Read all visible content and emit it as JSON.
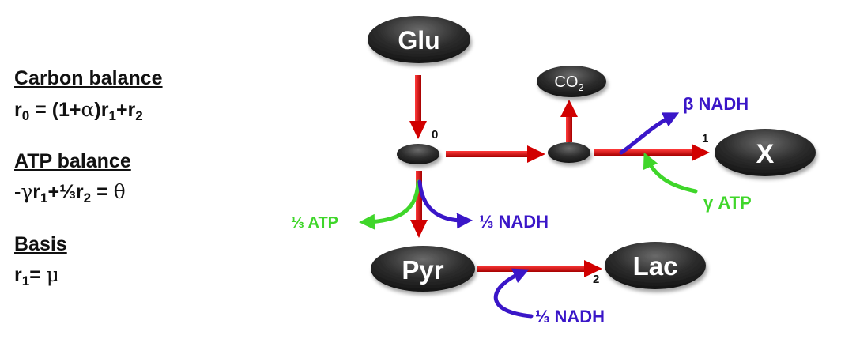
{
  "equations": {
    "carbon_heading": "Carbon balance",
    "carbon_eq": {
      "r": "r",
      "sub0": "0",
      "eq_start": " = (1+",
      "alpha": "α",
      "close_r": ")r",
      "sub1": "1",
      "plus_r": "+r",
      "sub2": "2"
    },
    "atp_heading": "ATP balance",
    "atp_eq": {
      "minus": "-",
      "gamma": "γ",
      "r": "r",
      "sub1": "1",
      "plus_third_r": "+⅓r",
      "sub2": "2",
      "equals": " = ",
      "theta": "θ"
    },
    "basis_heading": "Basis",
    "basis_eq": {
      "r": "r",
      "sub1": "1",
      "equals": "= ",
      "mu": "μ"
    }
  },
  "nodes": {
    "glu": "Glu",
    "co2": "CO",
    "co2_sub": "2",
    "x": "X",
    "pyr": "Pyr",
    "lac": "Lac"
  },
  "flux_labels": {
    "r0": "0",
    "r1": "1",
    "r2": "2"
  },
  "cofactor_labels": {
    "beta_nadh": "β NADH",
    "gamma_atp": "γ ATP",
    "third_atp": "⅓ ATP",
    "third_nadh_branch": "⅓ NADH",
    "third_nadh_lac": "⅓ NADH"
  },
  "colors": {
    "carbon_arrow": "#d10000",
    "nadh": "#3a16c8",
    "atp": "#3fd62a",
    "node_fill": "#2b2b2b",
    "node_text": "#ffffff"
  }
}
